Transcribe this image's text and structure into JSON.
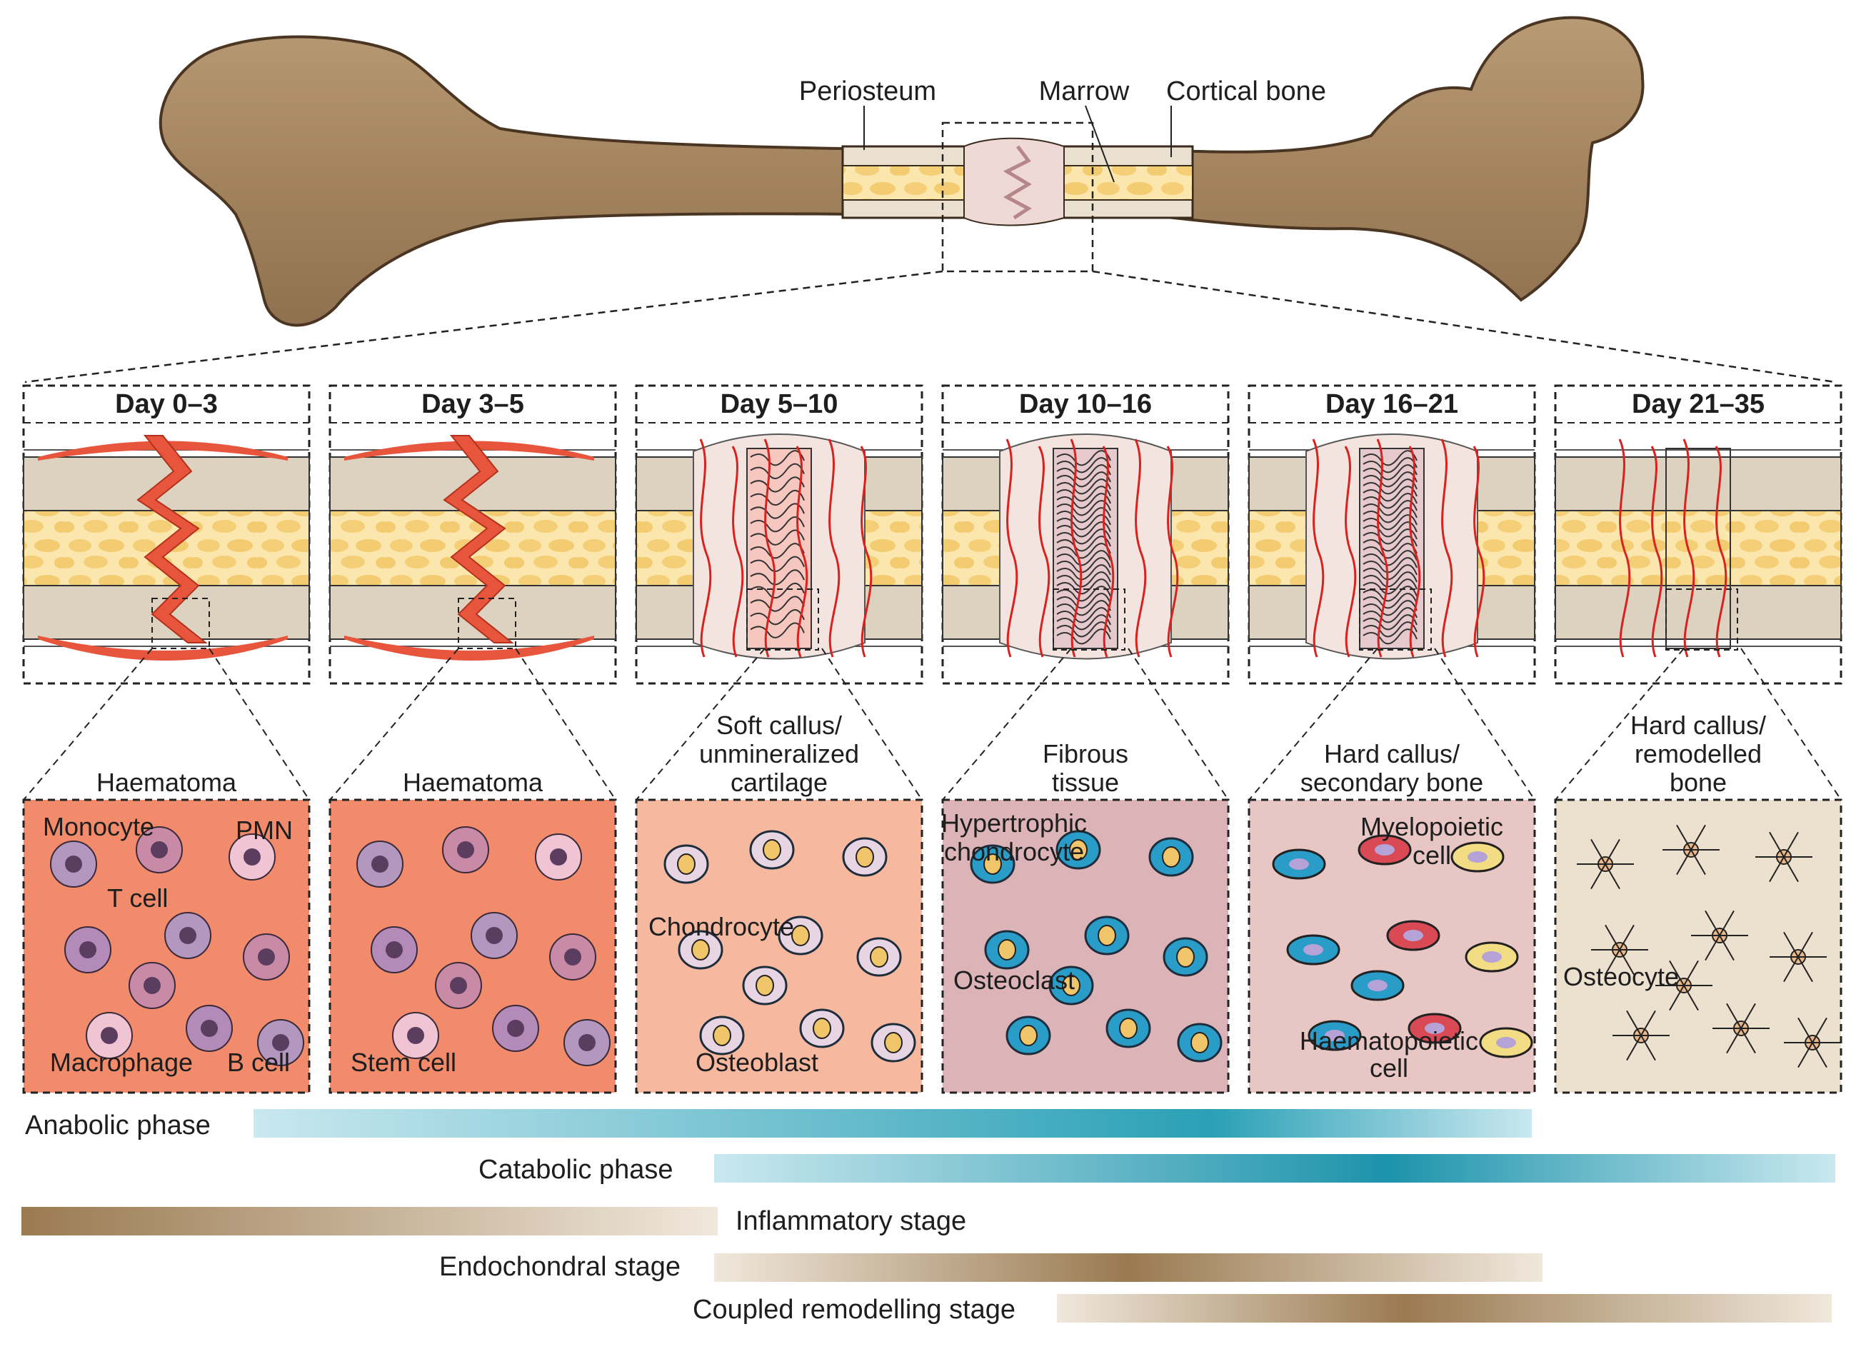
{
  "bone_labels": {
    "periosteum": "Periosteum",
    "marrow": "Marrow",
    "cortical": "Cortical bone"
  },
  "panels": [
    {
      "day": "Day 0–3",
      "stage_lines": [
        "Haematoma"
      ]
    },
    {
      "day": "Day 3–5",
      "stage_lines": [
        "Haematoma"
      ]
    },
    {
      "day": "Day 5–10",
      "stage_lines": [
        "Soft callus/",
        "unmineralized",
        "cartilage"
      ]
    },
    {
      "day": "Day 10–16",
      "stage_lines": [
        "Fibrous",
        "tissue"
      ]
    },
    {
      "day": "Day 16–21",
      "stage_lines": [
        "Hard callus/",
        "secondary bone"
      ]
    },
    {
      "day": "Day 21–35",
      "stage_lines": [
        "Hard callus/",
        "remodelled",
        "bone"
      ]
    }
  ],
  "cell_labels": {
    "monocyte": "Monocyte",
    "pmn": "PMN",
    "t_cell": "T cell",
    "macrophage": "Macrophage",
    "b_cell": "B cell",
    "stem_cell": "Stem cell",
    "chondrocyte": "Chondrocyte",
    "osteoblast": "Osteoblast",
    "hypertrophic_1": "Hypertrophic",
    "hypertrophic_2": "chondrocyte",
    "osteoclast": "Osteoclast",
    "myelopoietic_1": "Myelopoietic",
    "myelopoietic_2": "cell",
    "haematopoietic_1": "Haematopoietic",
    "haematopoietic_2": "cell",
    "osteocyte": "Osteocyte"
  },
  "phases": {
    "anabolic": "Anabolic phase",
    "catabolic": "Catabolic phase",
    "inflammatory": "Inflammatory stage",
    "endochondral": "Endochondral stage",
    "coupled": "Coupled remodelling stage"
  },
  "colors": {
    "bone": "#a98b68",
    "cortex": "#ddd2bf",
    "marrow": "#f8db90",
    "haematoma": "#e8553d",
    "cyan": "#2ba3b8",
    "bronze": "#9c7e55",
    "vessel": "#d8221f"
  }
}
